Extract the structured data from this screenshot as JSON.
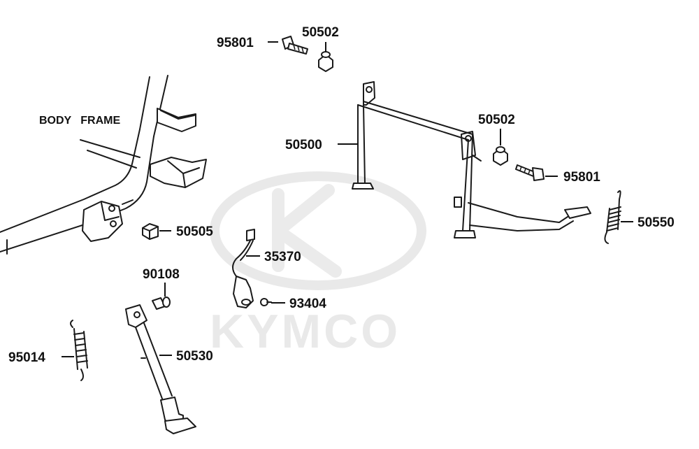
{
  "diagram": {
    "frame_label": "BODY   FRAME",
    "watermark": "KYMCO",
    "colors": {
      "line": "#1a1a1a",
      "watermark": "#e9e9e9",
      "background": "#ffffff"
    },
    "parts": [
      {
        "id": "p1",
        "number": "95801"
      },
      {
        "id": "p2",
        "number": "50502"
      },
      {
        "id": "p3",
        "number": "50500"
      },
      {
        "id": "p4",
        "number": "50502"
      },
      {
        "id": "p5",
        "number": "95801"
      },
      {
        "id": "p6",
        "number": "50550"
      },
      {
        "id": "p7",
        "number": "50505"
      },
      {
        "id": "p8",
        "number": "35370"
      },
      {
        "id": "p9",
        "number": "90108"
      },
      {
        "id": "p10",
        "number": "93404"
      },
      {
        "id": "p11",
        "number": "95014"
      },
      {
        "id": "p12",
        "number": "50530"
      }
    ]
  }
}
